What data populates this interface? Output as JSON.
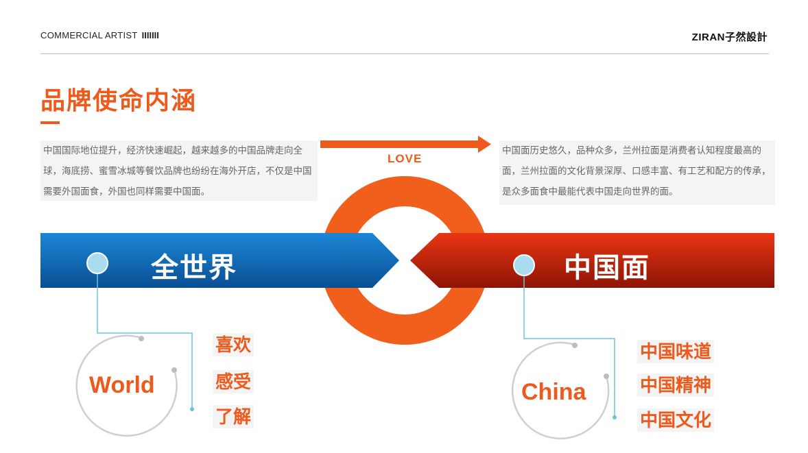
{
  "header": {
    "left_label": "COMMERCIAL ARTIST",
    "left_bars": "IIIIIII",
    "brand": "ZIRAN子然設計"
  },
  "title": "品牌使命内涵",
  "paragraphs": {
    "left": "中国国际地位提升，经济快速崛起，越来越多的中国品牌走向全球，海底捞、蜜雪冰城等餐饮品牌也纷纷在海外开店，不仅是中国需要外国面食，外国也同样需要中国面。",
    "right": "中国面历史悠久，品种众多，兰州拉面是消费者认知程度最高的面，兰州拉面的文化背景深厚、口感丰富、有工艺和配方的传承，是众多面食中最能代表中国走向世界的面。"
  },
  "love_label": "LOVE",
  "bands": {
    "left_label": "全世界",
    "right_label": "中国面"
  },
  "circles": {
    "left_word": "World",
    "right_word": "China"
  },
  "keywords": {
    "left": [
      "喜欢",
      "感受",
      "了解"
    ],
    "right": [
      "中国味道",
      "中国精神",
      "中国文化"
    ]
  },
  "colors": {
    "accent": "#ee5a1c",
    "blue_band": "#1a78c9",
    "red_band": "#d62a0c",
    "connector": "#6fc2de"
  },
  "icons": {
    "love_arrow": "arrow-right-icon",
    "bullet": "circle-dot-icon"
  }
}
